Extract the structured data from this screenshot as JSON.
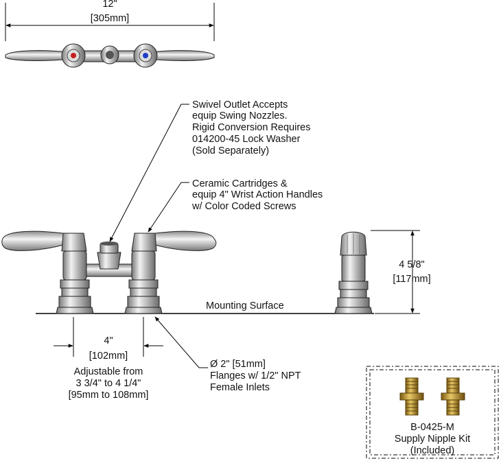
{
  "dimensions": {
    "overall_width": {
      "in": "12\"",
      "mm": "[305mm]"
    },
    "height": {
      "in": "4 5/8\"",
      "mm": "[117mm]"
    },
    "center": {
      "in": "4\"",
      "mm": "[102mm]",
      "adjustable": [
        "Adjustable from",
        "3 3/4\" to 4 1/4\"",
        "[95mm to 108mm]"
      ]
    }
  },
  "callouts": {
    "swivel_outlet": [
      "Swivel Outlet Accepts",
      "equip Swing Nozzles.",
      "Rigid Conversion Requires",
      "014200-45 Lock Washer",
      "(Sold Separately)"
    ],
    "cartridges": [
      "Ceramic Cartridges &",
      "equip 4\" Wrist Action Handles",
      "w/ Color Coded Screws"
    ],
    "flanges": [
      "Ø 2\" [51mm]",
      "Flanges w/ 1/2\" NPT",
      "Female Inlets"
    ],
    "mounting_surface": "Mounting Surface"
  },
  "kit": {
    "part_number": "B-0425-M",
    "name": "Supply Nipple Kit",
    "note": "(Included)"
  },
  "colors": {
    "hot_screw": "#c81e1e",
    "cold_screw": "#1e3cc8",
    "brass": "#b08a2a"
  }
}
